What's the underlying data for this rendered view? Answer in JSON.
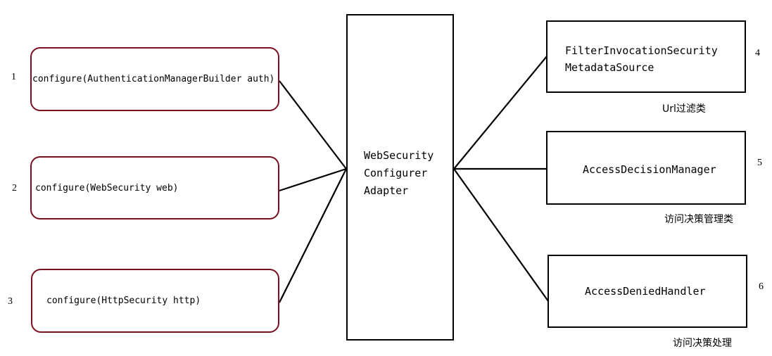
{
  "center": {
    "lines": [
      "WebSecurity",
      "Configurer",
      "Adapter"
    ]
  },
  "left": [
    {
      "number": "1",
      "label": "configure(AuthenticationManagerBuilder auth)"
    },
    {
      "number": "2",
      "label": "configure(WebSecurity web)"
    },
    {
      "number": "3",
      "label": "configure(HttpSecurity http)"
    }
  ],
  "right": [
    {
      "number": "4",
      "lines": [
        "FilterInvocationSecurity",
        "MetadataSource"
      ],
      "caption": "Url过滤类"
    },
    {
      "number": "5",
      "lines": [
        "AccessDecisionManager"
      ],
      "caption": "访问决策管理类"
    },
    {
      "number": "6",
      "lines": [
        "AccessDeniedHandler"
      ],
      "caption": "访问决策处理"
    }
  ],
  "colors": {
    "left_box_border": "#7a1020",
    "right_box_border": "#000000",
    "connector": "#000000"
  }
}
